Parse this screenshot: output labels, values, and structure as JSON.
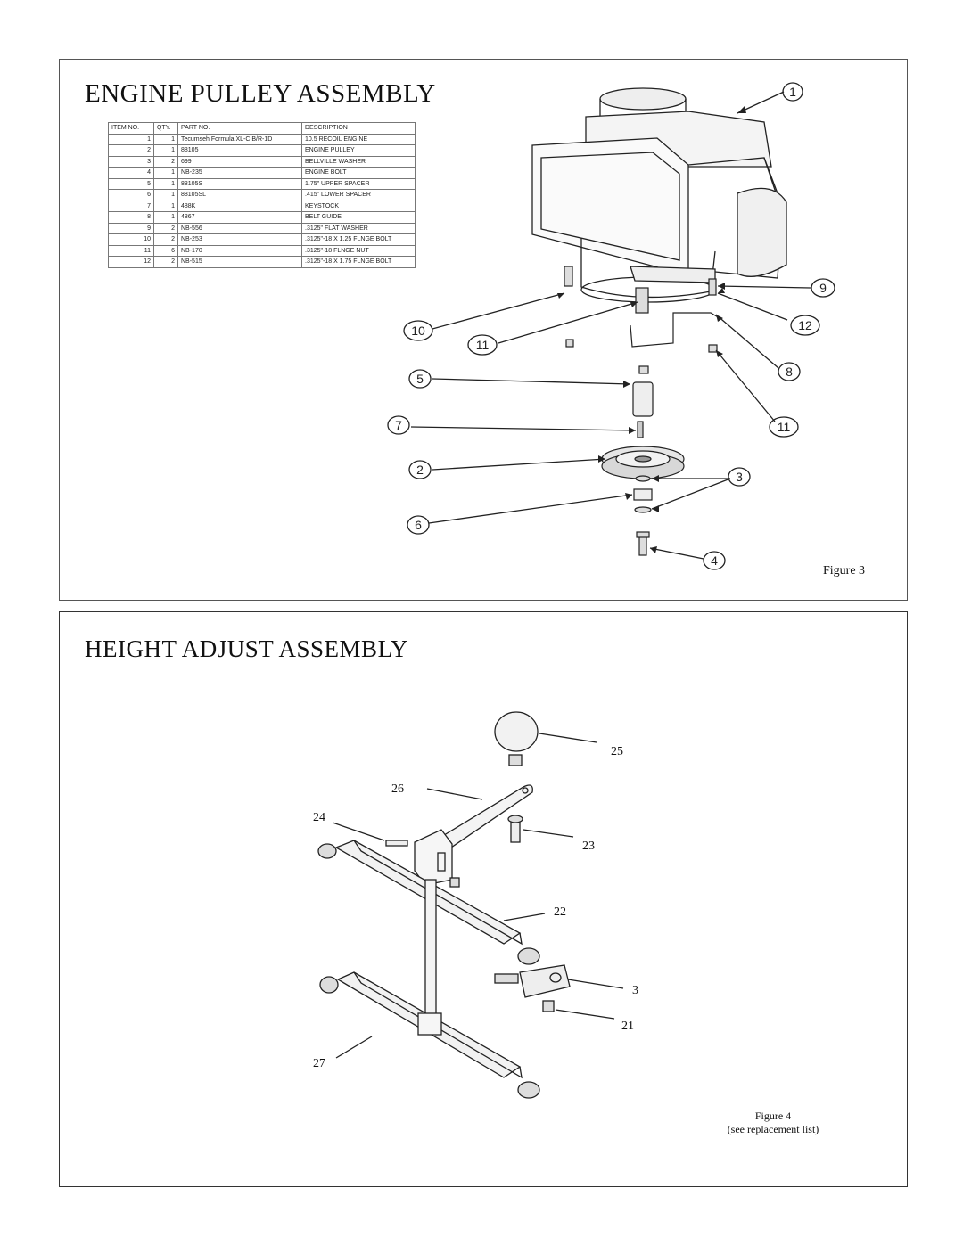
{
  "engine_pulley": {
    "title": "ENGINE PULLEY ASSEMBLY",
    "figure": "Figure 3",
    "table": {
      "headers": [
        "ITEM NO.",
        "QTY.",
        "PART NO.",
        "DESCRIPTION"
      ],
      "rows": [
        [
          "1",
          "1",
          "Tecumseh Formula XL-C B/R-1D",
          "10.5 RECOIL ENGINE"
        ],
        [
          "2",
          "1",
          "88105",
          "ENGINE PULLEY"
        ],
        [
          "3",
          "2",
          "699",
          "BELLVILLE WASHER"
        ],
        [
          "4",
          "1",
          "NB-235",
          "ENGINE BOLT"
        ],
        [
          "5",
          "1",
          "88105S",
          "1.75\" UPPER SPACER"
        ],
        [
          "6",
          "1",
          "88105SL",
          ".415\" LOWER SPACER"
        ],
        [
          "7",
          "1",
          "488K",
          "KEYSTOCK"
        ],
        [
          "8",
          "1",
          "4867",
          "BELT GUIDE"
        ],
        [
          "9",
          "2",
          "NB-556",
          ".3125\" FLAT WASHER"
        ],
        [
          "10",
          "2",
          "NB-253",
          ".3125\"-18 X 1.25 FLNGE BOLT"
        ],
        [
          "11",
          "6",
          "NB-170",
          ".3125\"-18 FLNGE NUT"
        ],
        [
          "12",
          "2",
          "NB-515",
          ".3125\"-18 X 1.75 FLNGE BOLT"
        ]
      ]
    },
    "callouts": [
      "1",
      "9",
      "12",
      "10",
      "11",
      "8",
      "5",
      "11",
      "7",
      "2",
      "3",
      "6",
      "4"
    ]
  },
  "height_adjust": {
    "title": "HEIGHT ADJUST ASSEMBLY",
    "figure_line1": "Figure 4",
    "figure_line2": "(see replacement list)",
    "labels": [
      "25",
      "26",
      "24",
      "23",
      "22",
      "3",
      "21",
      "27"
    ]
  }
}
